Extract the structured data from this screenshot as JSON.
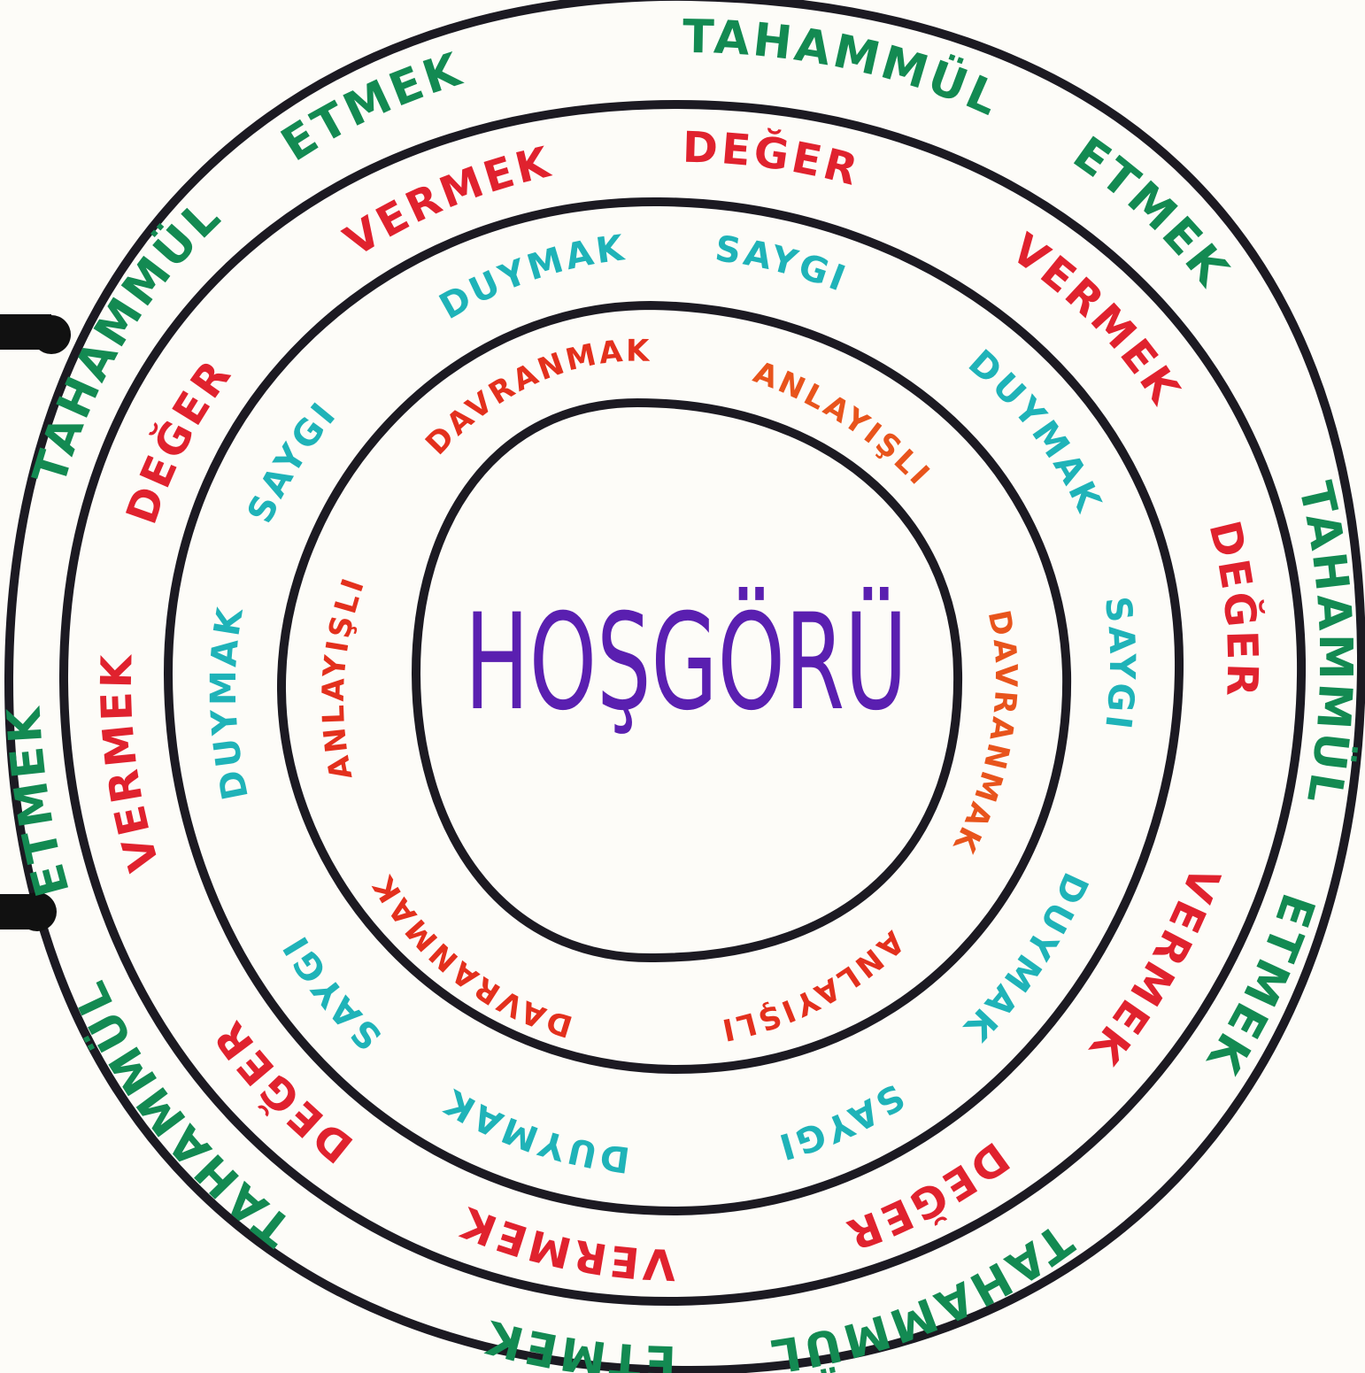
{
  "diagram": {
    "center": {
      "label": "HOŞGÖRÜ",
      "color": "#5a1fb0"
    },
    "rings": [
      {
        "id": "ring-1",
        "items": [
          {
            "text": "ANLAYIŞLI",
            "color": "#e8541c"
          },
          {
            "text": "DAVRANMAK",
            "color": "#e8541c"
          },
          {
            "text": "ANLAYIŞLI",
            "color": "#e3301d"
          },
          {
            "text": "DAVRANMAK",
            "color": "#e3301d"
          },
          {
            "text": "ANLAYIŞLI",
            "color": "#e3301d"
          },
          {
            "text": "DAVRANMAK",
            "color": "#e3301d"
          }
        ]
      },
      {
        "id": "ring-2",
        "items": [
          {
            "text": "SAYGI",
            "color": "#1fb3b8"
          },
          {
            "text": "DUYMAK",
            "color": "#1fb3b8"
          },
          {
            "text": "SAYGI",
            "color": "#1fb3b8"
          },
          {
            "text": "DUYMAK",
            "color": "#1fb3b8"
          },
          {
            "text": "SAYGI",
            "color": "#1fb3b8"
          },
          {
            "text": "DUYMAK",
            "color": "#1fb3b8"
          },
          {
            "text": "SAYGI",
            "color": "#1fb3b8"
          },
          {
            "text": "DUYMAK",
            "color": "#1fb3b8"
          },
          {
            "text": "SAYGI",
            "color": "#1fb3b8"
          },
          {
            "text": "DUYMAK",
            "color": "#1fb3b8"
          }
        ]
      },
      {
        "id": "ring-3",
        "items": [
          {
            "text": "DEĞER",
            "color": "#e0222e"
          },
          {
            "text": "VERMEK",
            "color": "#e0222e"
          },
          {
            "text": "DEĞER",
            "color": "#e0222e"
          },
          {
            "text": "VERMEK",
            "color": "#e0222e"
          },
          {
            "text": "DEĞER",
            "color": "#e0222e"
          },
          {
            "text": "VERMEK",
            "color": "#e0222e"
          },
          {
            "text": "DEĞER",
            "color": "#e0222e"
          },
          {
            "text": "VERMEK",
            "color": "#e0222e"
          },
          {
            "text": "DEĞER",
            "color": "#e0222e"
          },
          {
            "text": "VERMEK",
            "color": "#e0222e"
          }
        ]
      },
      {
        "id": "ring-4",
        "items": [
          {
            "text": "TAHAMMÜL",
            "color": "#138a52"
          },
          {
            "text": "ETMEK",
            "color": "#138a52"
          },
          {
            "text": "TAHAMMÜL",
            "color": "#138a52"
          },
          {
            "text": "ETMEK",
            "color": "#138a52"
          },
          {
            "text": "TAHAMMÜL",
            "color": "#138a52"
          },
          {
            "text": "ETMEK",
            "color": "#138a52"
          },
          {
            "text": "TAHAMMÜL",
            "color": "#138a52"
          },
          {
            "text": "ETMEK",
            "color": "#138a52"
          },
          {
            "text": "TAHAMMÜL",
            "color": "#138a52"
          },
          {
            "text": "ETMEK",
            "color": "#138a52"
          }
        ]
      }
    ]
  }
}
